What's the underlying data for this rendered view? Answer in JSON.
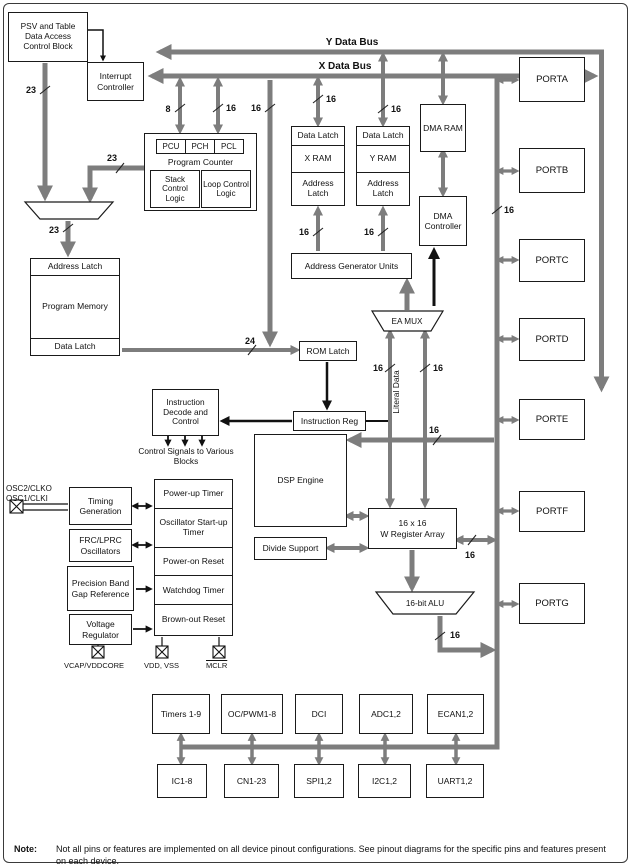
{
  "page": {
    "note_label": "Note:",
    "note_text": "Not all pins or features are implemented on all device pinout configurations. See pinout diagrams for the specific pins and features present on each device."
  },
  "buses": {
    "y": "Y Data Bus",
    "x": "X Data Bus"
  },
  "blocks": {
    "psv": "PSV and Table Data Access Control Block",
    "interrupt_controller": "Interrupt Controller",
    "pcu": "PCU",
    "pch": "PCH",
    "pcl": "PCL",
    "program_counter": "Program Counter",
    "stack_control": "Stack Control Logic",
    "loop_control": "Loop Control Logic",
    "data_latch": "Data Latch",
    "x_ram": "X RAM",
    "y_ram": "Y RAM",
    "address_latch": "Address Latch",
    "dma_ram": "DMA RAM",
    "dma_controller": "DMA Controller",
    "agu": "Address Generator Units",
    "ea_mux": "EA MUX",
    "program_memory": "Program Memory",
    "rom_latch": "ROM Latch",
    "instruction_decode": "Instruction Decode and Control",
    "instruction_reg": "Instruction Reg",
    "control_signals": "Control Signals to Various Blocks",
    "dsp_engine": "DSP Engine",
    "divide_support": "Divide Support",
    "wreg_1": "16 x 16",
    "wreg_2": "W Register Array",
    "alu": "16-bit ALU",
    "literal_data": "Literal Data",
    "timing_generation": "Timing Generation",
    "frc_lprc": "FRC/LPRC Oscillators",
    "band_gap": "Precision Band Gap Reference",
    "voltage_regulator": "Voltage Regulator",
    "power_up_timer": "Power-up Timer",
    "osc_startup_timer": "Oscillator Start-up Timer",
    "power_on_reset": "Power-on Reset",
    "watchdog_timer": "Watchdog Timer",
    "brown_out_reset": "Brown-out Reset"
  },
  "pins": {
    "osc2": "OSC2/CLKO",
    "osc1": "OSC1/CLKI",
    "vcap": "VCAP/VDDCORE",
    "vdd_vss": "VDD, VSS",
    "mclr": "MCLR"
  },
  "ports": [
    "PORTA",
    "PORTB",
    "PORTC",
    "PORTD",
    "PORTE",
    "PORTF",
    "PORTG"
  ],
  "peripherals_row1": [
    "Timers 1-9",
    "OC/PWM1-8",
    "DCI",
    "ADC1,2",
    "ECAN1,2"
  ],
  "peripherals_row2": [
    "IC1-8",
    "CN1-23",
    "SPI1,2",
    "I2C1,2",
    "UART1,2"
  ],
  "bus_widths": {
    "psv_down": "23",
    "pc_8": "8",
    "pc_16": "16",
    "xbus_down": "16",
    "xram": "16",
    "yram": "16",
    "pc_left": "23",
    "mux_down": "23",
    "agu_left": "16",
    "agu_right": "16",
    "rom": "24",
    "portbus": "16",
    "eamux_left": "16",
    "eamux_right": "16",
    "porte": "16",
    "wreg": "16",
    "alu": "16"
  },
  "colors": {
    "bus": "#7d7d7d",
    "line": "#111111"
  }
}
